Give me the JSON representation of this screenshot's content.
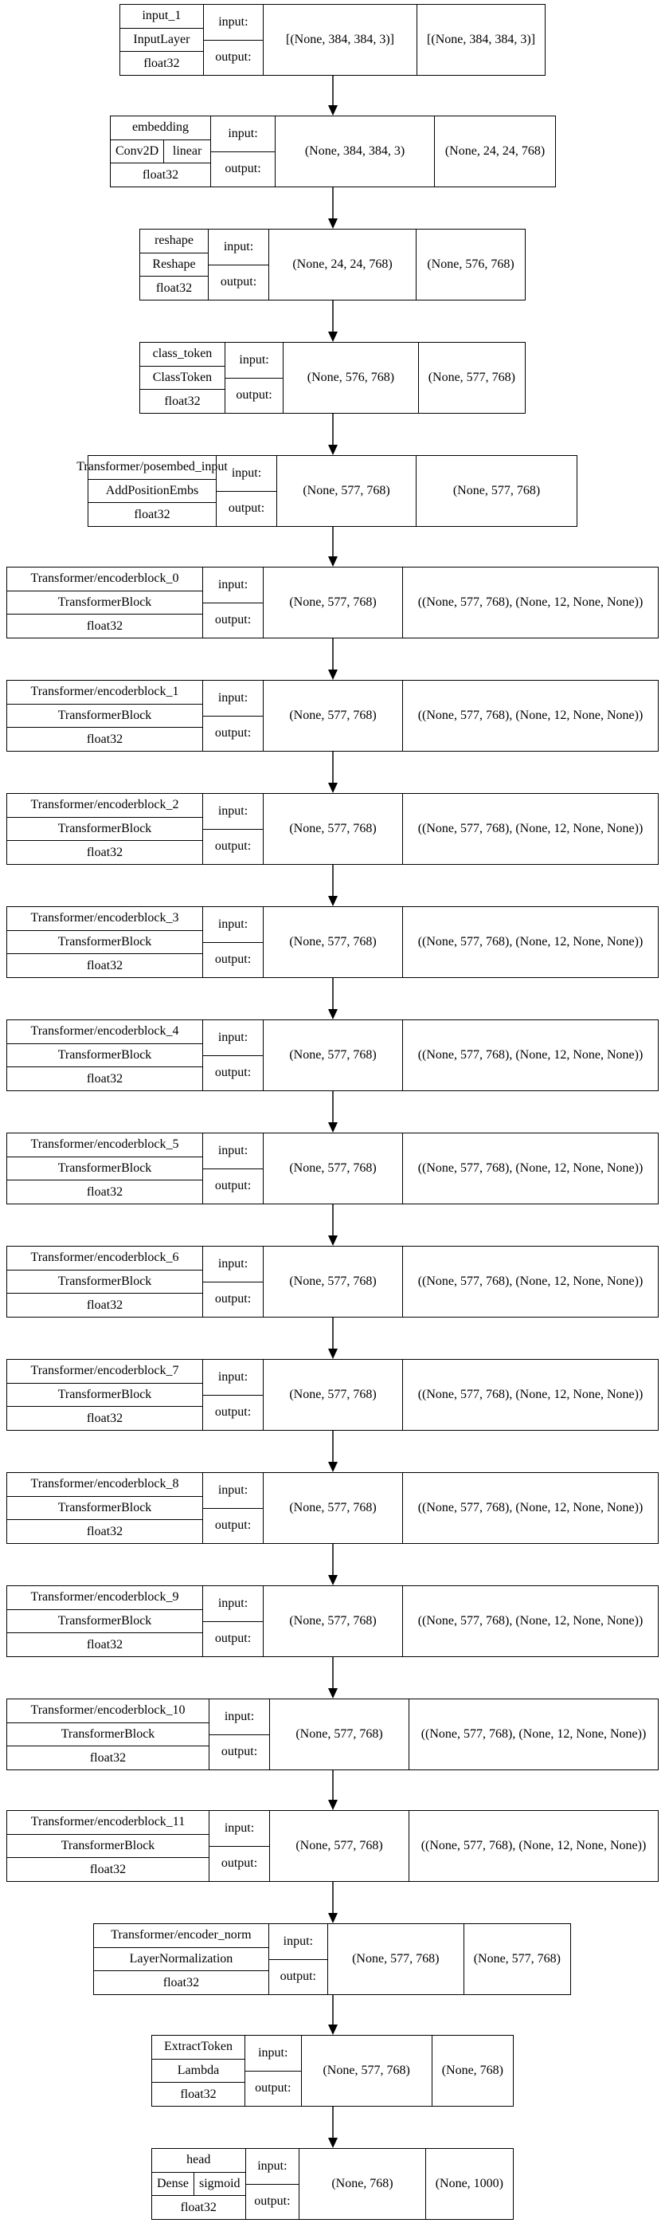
{
  "io_labels": {
    "input": "input:",
    "output": "output:"
  },
  "nodes": [
    {
      "name": "input_1",
      "class": "InputLayer",
      "dtype": "float32",
      "input_shape": "[(None, 384, 384, 3)]",
      "output_shape": "[(None, 384, 384, 3)]"
    },
    {
      "name": "embedding",
      "class": "Conv2D",
      "activation": "linear",
      "dtype": "float32",
      "input_shape": "(None, 384, 384, 3)",
      "output_shape": "(None, 24, 24, 768)"
    },
    {
      "name": "reshape",
      "class": "Reshape",
      "dtype": "float32",
      "input_shape": "(None, 24, 24, 768)",
      "output_shape": "(None, 576, 768)"
    },
    {
      "name": "class_token",
      "class": "ClassToken",
      "dtype": "float32",
      "input_shape": "(None, 576, 768)",
      "output_shape": "(None, 577, 768)"
    },
    {
      "name": "Transformer/posembed_input",
      "class": "AddPositionEmbs",
      "dtype": "float32",
      "input_shape": "(None, 577, 768)",
      "output_shape": "(None, 577, 768)"
    },
    {
      "name": "Transformer/encoderblock_0",
      "class": "TransformerBlock",
      "dtype": "float32",
      "input_shape": "(None, 577, 768)",
      "output_shape": "((None, 577, 768), (None, 12, None, None))"
    },
    {
      "name": "Transformer/encoderblock_1",
      "class": "TransformerBlock",
      "dtype": "float32",
      "input_shape": "(None, 577, 768)",
      "output_shape": "((None, 577, 768), (None, 12, None, None))"
    },
    {
      "name": "Transformer/encoderblock_2",
      "class": "TransformerBlock",
      "dtype": "float32",
      "input_shape": "(None, 577, 768)",
      "output_shape": "((None, 577, 768), (None, 12, None, None))"
    },
    {
      "name": "Transformer/encoderblock_3",
      "class": "TransformerBlock",
      "dtype": "float32",
      "input_shape": "(None, 577, 768)",
      "output_shape": "((None, 577, 768), (None, 12, None, None))"
    },
    {
      "name": "Transformer/encoderblock_4",
      "class": "TransformerBlock",
      "dtype": "float32",
      "input_shape": "(None, 577, 768)",
      "output_shape": "((None, 577, 768), (None, 12, None, None))"
    },
    {
      "name": "Transformer/encoderblock_5",
      "class": "TransformerBlock",
      "dtype": "float32",
      "input_shape": "(None, 577, 768)",
      "output_shape": "((None, 577, 768), (None, 12, None, None))"
    },
    {
      "name": "Transformer/encoderblock_6",
      "class": "TransformerBlock",
      "dtype": "float32",
      "input_shape": "(None, 577, 768)",
      "output_shape": "((None, 577, 768), (None, 12, None, None))"
    },
    {
      "name": "Transformer/encoderblock_7",
      "class": "TransformerBlock",
      "dtype": "float32",
      "input_shape": "(None, 577, 768)",
      "output_shape": "((None, 577, 768), (None, 12, None, None))"
    },
    {
      "name": "Transformer/encoderblock_8",
      "class": "TransformerBlock",
      "dtype": "float32",
      "input_shape": "(None, 577, 768)",
      "output_shape": "((None, 577, 768), (None, 12, None, None))"
    },
    {
      "name": "Transformer/encoderblock_9",
      "class": "TransformerBlock",
      "dtype": "float32",
      "input_shape": "(None, 577, 768)",
      "output_shape": "((None, 577, 768), (None, 12, None, None))"
    },
    {
      "name": "Transformer/encoderblock_10",
      "class": "TransformerBlock",
      "dtype": "float32",
      "input_shape": "(None, 577, 768)",
      "output_shape": "((None, 577, 768), (None, 12, None, None))"
    },
    {
      "name": "Transformer/encoderblock_11",
      "class": "TransformerBlock",
      "dtype": "float32",
      "input_shape": "(None, 577, 768)",
      "output_shape": "((None, 577, 768), (None, 12, None, None))"
    },
    {
      "name": "Transformer/encoder_norm",
      "class": "LayerNormalization",
      "dtype": "float32",
      "input_shape": "(None, 577, 768)",
      "output_shape": "(None, 577, 768)"
    },
    {
      "name": "ExtractToken",
      "class": "Lambda",
      "dtype": "float32",
      "input_shape": "(None, 577, 768)",
      "output_shape": "(None, 768)"
    },
    {
      "name": "head",
      "class": "Dense",
      "activation": "sigmoid",
      "dtype": "float32",
      "input_shape": "(None, 768)",
      "output_shape": "(None, 1000)"
    }
  ]
}
